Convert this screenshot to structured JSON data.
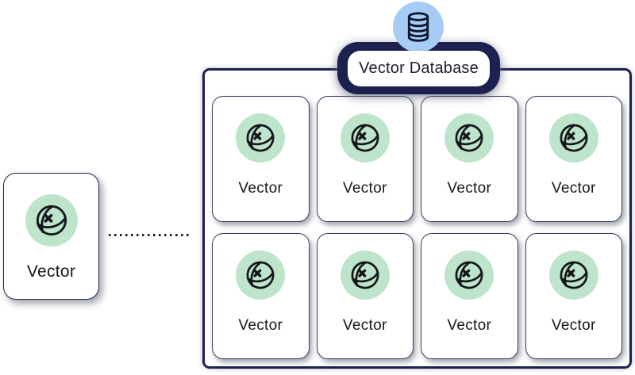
{
  "colors": {
    "accent_green": "#BEE5CB",
    "accent_blue": "#A6CCF5",
    "navy": "#1D2150",
    "ink": "#15171C"
  },
  "database": {
    "label": "Vector Database",
    "icon": "database-icon"
  },
  "source_card": {
    "label": "Vector",
    "icon": "vector-sphere-icon"
  },
  "connector": {
    "style": "dotted-line"
  },
  "grid": {
    "cards": [
      {
        "label": "Vector"
      },
      {
        "label": "Vector"
      },
      {
        "label": "Vector"
      },
      {
        "label": "Vector"
      },
      {
        "label": "Vector"
      },
      {
        "label": "Vector"
      },
      {
        "label": "Vector"
      },
      {
        "label": "Vector"
      }
    ]
  }
}
